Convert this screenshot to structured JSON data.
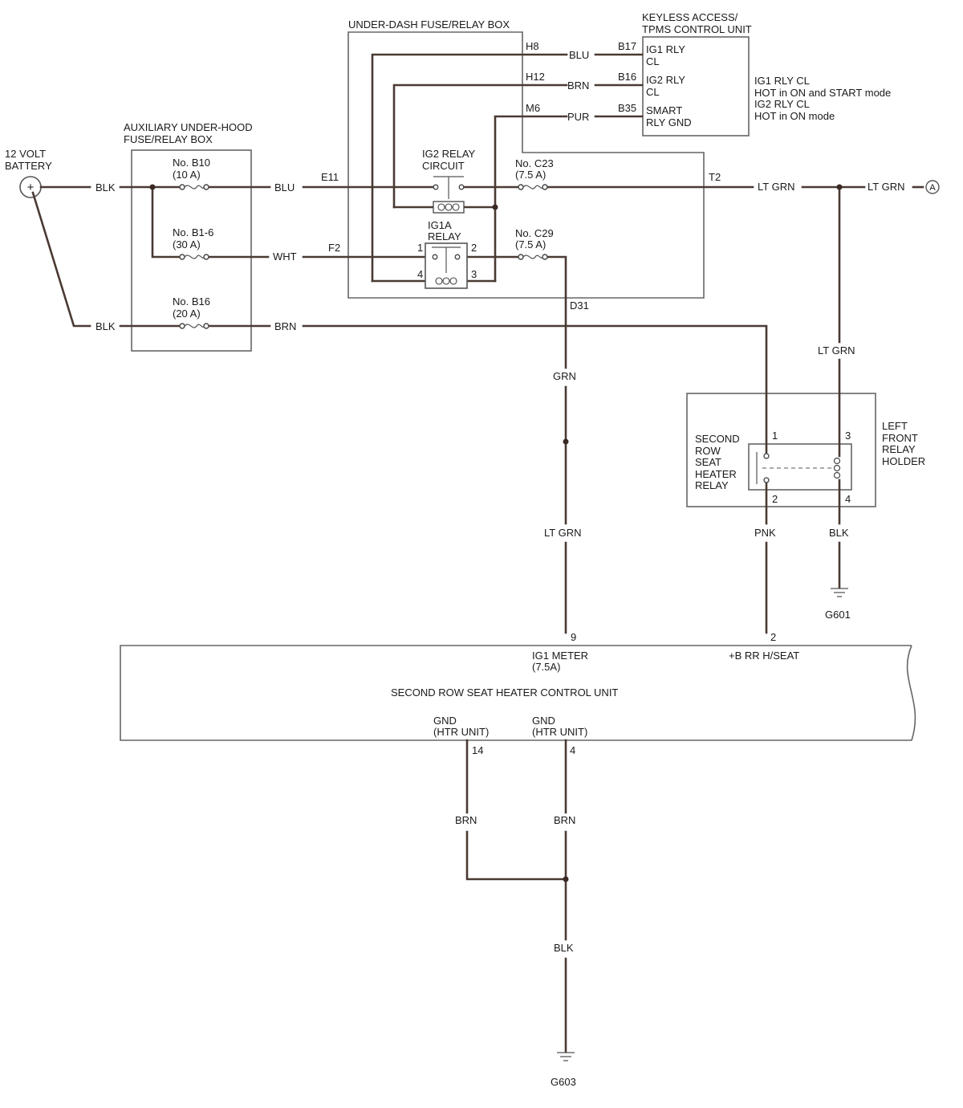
{
  "battery": {
    "title_line1": "12 VOLT",
    "title_line2": "BATTERY",
    "symbol": "+"
  },
  "aux_box": {
    "title_line1": "AUXILIARY UNDER-HOOD",
    "title_line2": "FUSE/RELAY BOX",
    "fuses": [
      {
        "name": "No. B10",
        "rating": "(10 A)"
      },
      {
        "name": "No. B1-6",
        "rating": "(30 A)"
      },
      {
        "name": "No. B16",
        "rating": "(20 A)"
      }
    ]
  },
  "underdash_box": {
    "title": "UNDER-DASH FUSE/RELAY BOX",
    "ig2_relay_line1": "IG2 RELAY",
    "ig2_relay_line2": "CIRCUIT",
    "ig1a_relay_line1": "IG1A",
    "ig1a_relay_line2": "RELAY",
    "relay_pins": [
      "1",
      "2",
      "4",
      "3"
    ],
    "fuse_c23": {
      "name": "No. C23",
      "rating": "(7.5 A)"
    },
    "fuse_c29": {
      "name": "No. C29",
      "rating": "(7.5 A)"
    }
  },
  "keyless_unit": {
    "title_line1": "KEYLESS ACCESS/",
    "title_line2": "TPMS CONTROL UNIT",
    "pins": [
      {
        "line1": "IG1 RLY",
        "line2": "CL"
      },
      {
        "line1": "IG2 RLY",
        "line2": "CL"
      },
      {
        "line1": "SMART",
        "line2": "RLY GND"
      }
    ],
    "notes": [
      "IG1 RLY CL",
      "HOT in ON and START mode",
      "IG2 RLY CL",
      "HOT in ON mode"
    ]
  },
  "connectors": {
    "h8": "H8",
    "h12": "H12",
    "m6": "M6",
    "b17": "B17",
    "b16": "B16",
    "b35": "B35",
    "e11": "E11",
    "f2": "F2",
    "t2": "T2",
    "d31": "D31"
  },
  "wire_colors": {
    "blk_top": "BLK",
    "blk_bottom": "BLK",
    "blu_main": "BLU",
    "wht": "WHT",
    "brn_main": "BRN",
    "blu_keyless": "BLU",
    "brn_keyless": "BRN",
    "pur_keyless": "PUR",
    "lt_grn_t2": "LT GRN",
    "lt_grn_right": "LT GRN",
    "lt_grn_down": "LT GRN",
    "grn": "GRN",
    "lt_grn_meter": "LT GRN",
    "pnk": "PNK",
    "blk_relay": "BLK",
    "brn_14": "BRN",
    "brn_4": "BRN",
    "blk_g603": "BLK"
  },
  "connector_ref": "A",
  "seat_relay": {
    "title": [
      "SECOND",
      "ROW",
      "SEAT",
      "HEATER",
      "RELAY"
    ],
    "pins": [
      "1",
      "3",
      "2",
      "4"
    ]
  },
  "relay_holder": {
    "title": [
      "LEFT",
      "FRONT",
      "RELAY",
      "HOLDER"
    ]
  },
  "grounds": {
    "g601": "G601",
    "g603": "G603"
  },
  "control_unit": {
    "title": "SECOND ROW SEAT HEATER CONTROL UNIT",
    "pin9": {
      "num": "9",
      "line1": "IG1 METER",
      "line2": "(7.5A)"
    },
    "pin2": {
      "num": "2",
      "line1": "+B RR H/SEAT"
    },
    "pin14": {
      "num": "14",
      "line1": "GND",
      "line2": "(HTR UNIT)"
    },
    "pin4": {
      "num": "4",
      "line1": "GND",
      "line2": "(HTR UNIT)"
    }
  }
}
